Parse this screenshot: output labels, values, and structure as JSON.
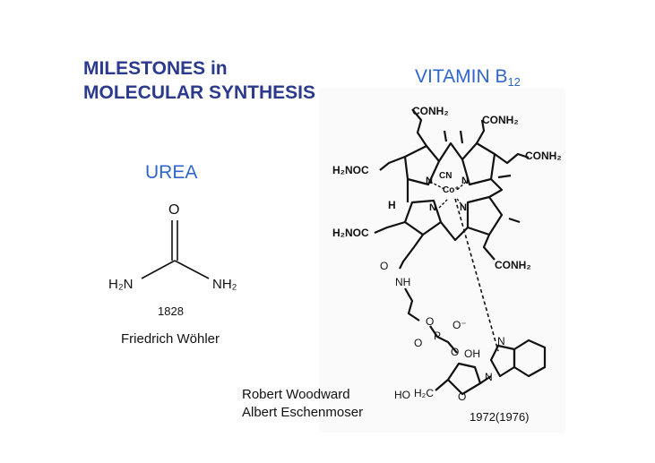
{
  "title": {
    "line1": "MILESTONES in",
    "line2": "MOLECULAR  SYNTHESIS"
  },
  "urea": {
    "name": "UREA",
    "atom_o": "O",
    "atom_left": "H₂N",
    "atom_right": "NH₂",
    "year": "1828",
    "chemist": "Friedrich Wöhler"
  },
  "vitamin": {
    "name_main": "VITAMIN B",
    "name_sub": "12",
    "year": "1972(1976)",
    "chemist1": "Robert Woodward",
    "chemist2": "Albert Eschenmoser",
    "labels": {
      "conh2_top": "CONH₂",
      "conh2_topright": "CONH₂",
      "conh2_right": "CONH₂",
      "h2noc_upper": "H₂NOC",
      "h2noc_lower": "H₂NOC",
      "conh2_lower": "CONH₂",
      "cn": "CN",
      "co": "Co⁺",
      "h": "H",
      "n1": "N",
      "n2": "N",
      "n3": "N",
      "n4": "N",
      "o_amide": "O",
      "nh": "NH",
      "o_ester": "O",
      "o_minus": "O⁻",
      "p": "P",
      "o_double": "O",
      "o_link": "O",
      "oh": "OH",
      "n_imid1": "N",
      "n_imid2": "N",
      "ho": "HO",
      "h2c": "H₂C",
      "o_ring": "O"
    }
  }
}
